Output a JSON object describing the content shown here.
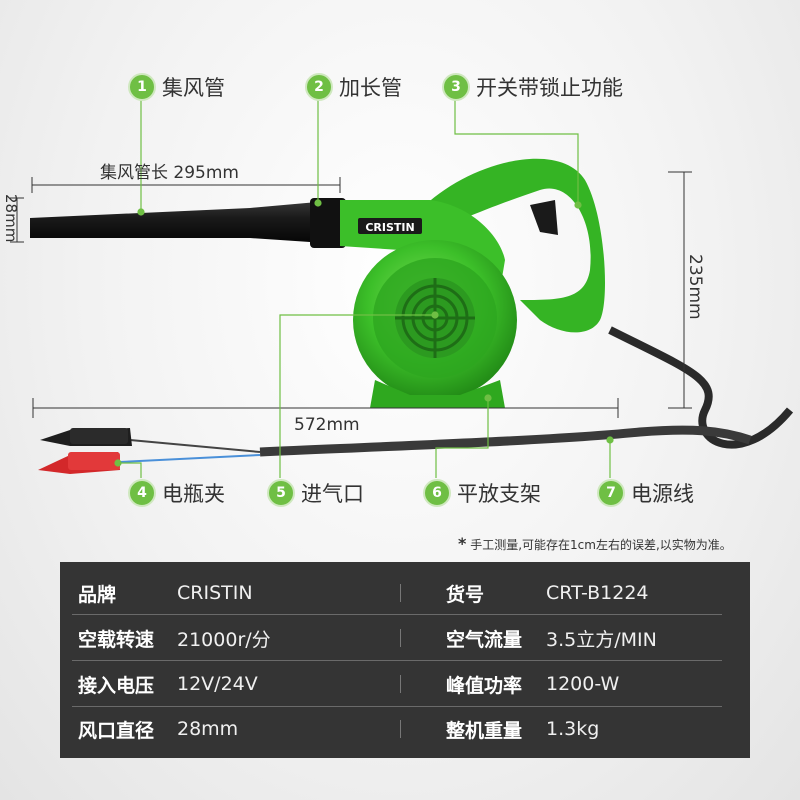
{
  "callouts": [
    {
      "num": "1",
      "label": "集风管"
    },
    {
      "num": "2",
      "label": "加长管"
    },
    {
      "num": "3",
      "label": "开关带锁止功能"
    },
    {
      "num": "4",
      "label": "电瓶夹"
    },
    {
      "num": "5",
      "label": "进气口"
    },
    {
      "num": "6",
      "label": "平放支架"
    },
    {
      "num": "7",
      "label": "电源线"
    }
  ],
  "dimensions": {
    "tube_length": "集风管长 295mm",
    "tube_diameter": "28mm",
    "height": "235mm",
    "total_length": "572mm"
  },
  "brand_logo": "CRISTIN",
  "note": {
    "star": "*",
    "text": "手工测量,可能存在1cm左右的误差,以实物为准。"
  },
  "specs": [
    {
      "k1": "品牌",
      "v1": "CRISTIN",
      "k2": "货号",
      "v2": "CRT-B1224"
    },
    {
      "k1": "空载转速",
      "v1": "21000r/分",
      "k2": "空气流量",
      "v2": "3.5立方/MIN"
    },
    {
      "k1": "接入电压",
      "v1": "12V/24V",
      "k2": "峰值功率",
      "v2": "1200-W"
    },
    {
      "k1": "风口直径",
      "v1": "28mm",
      "k2": "整机重量",
      "v2": "1.3kg"
    }
  ],
  "colors": {
    "accent_green": "#6fbf44",
    "body_green": "#3fbf2c",
    "panel": "#343434"
  }
}
